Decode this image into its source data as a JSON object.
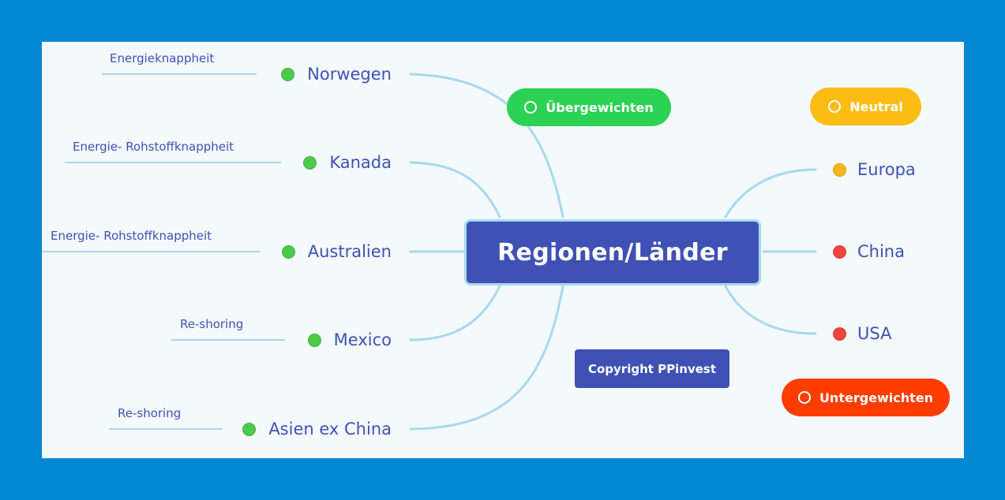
{
  "central": {
    "label": "Regionen/Länder"
  },
  "left_nodes": [
    {
      "label": "Norwegen",
      "color": "#4ccb4a",
      "note": "Energieknappheit"
    },
    {
      "label": "Kanada",
      "color": "#4ccb4a",
      "note": "Energie- Rohstoffknappheit"
    },
    {
      "label": "Australien",
      "color": "#4ccb4a",
      "note": "Energie- Rohstoffknappheit"
    },
    {
      "label": "Mexico",
      "color": "#4ccb4a",
      "note": "Re-shoring"
    },
    {
      "label": "Asien ex China",
      "color": "#4ccb4a",
      "note": "Re-shoring"
    }
  ],
  "right_nodes": [
    {
      "label": "Europa",
      "color": "#fbb517"
    },
    {
      "label": "China",
      "color": "#f0463f"
    },
    {
      "label": "USA",
      "color": "#f0463f"
    }
  ],
  "legend": {
    "overweight": {
      "label": "Übergewichten",
      "color": "#2bd253"
    },
    "neutral": {
      "label": "Neutral",
      "color": "#fbbd14"
    },
    "underweight": {
      "label": "Untergewichten",
      "color": "#ff3d00"
    }
  },
  "copyright": "Copyright PPinvest",
  "colors": {
    "background": "#0288d1",
    "canvas": "#f4f9fb",
    "accent": "#3f51b5",
    "link": "#a8d8ef"
  }
}
